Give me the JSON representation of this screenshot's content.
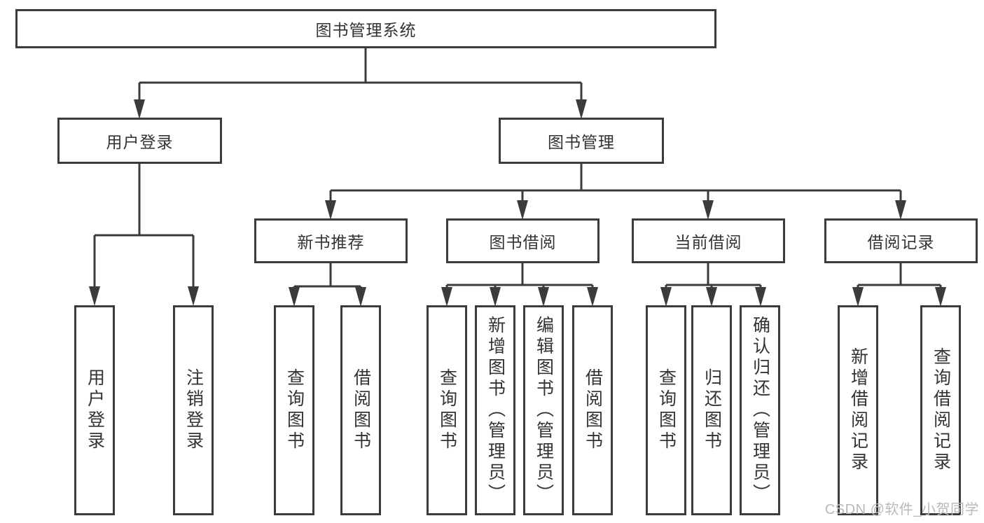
{
  "colors": {
    "line": "#3b3b3b",
    "box_background": "#ffffff",
    "text": "#333333",
    "watermark_text": "#b9b9b9"
  },
  "tree": {
    "root": "图书管理系统",
    "l2": [
      "用户登录",
      "图书管理"
    ],
    "l3": [
      "新书推荐",
      "图书借阅",
      "当前借阅",
      "借阅记录"
    ],
    "leaves": {
      "user_login": [
        "用户登录",
        "注销登录"
      ],
      "new_books": [
        "查询图书",
        "借阅图书"
      ],
      "borrow": [
        "查询图书",
        "新增图书（管理员）",
        "编辑图书（管理员）",
        "借阅图书"
      ],
      "current": [
        "查询图书",
        "归还图书",
        "确认归还（管理员）"
      ],
      "records": [
        "新增借阅记录",
        "查询借阅记录"
      ]
    }
  },
  "watermark": "CSDN @软件_小贺同学"
}
